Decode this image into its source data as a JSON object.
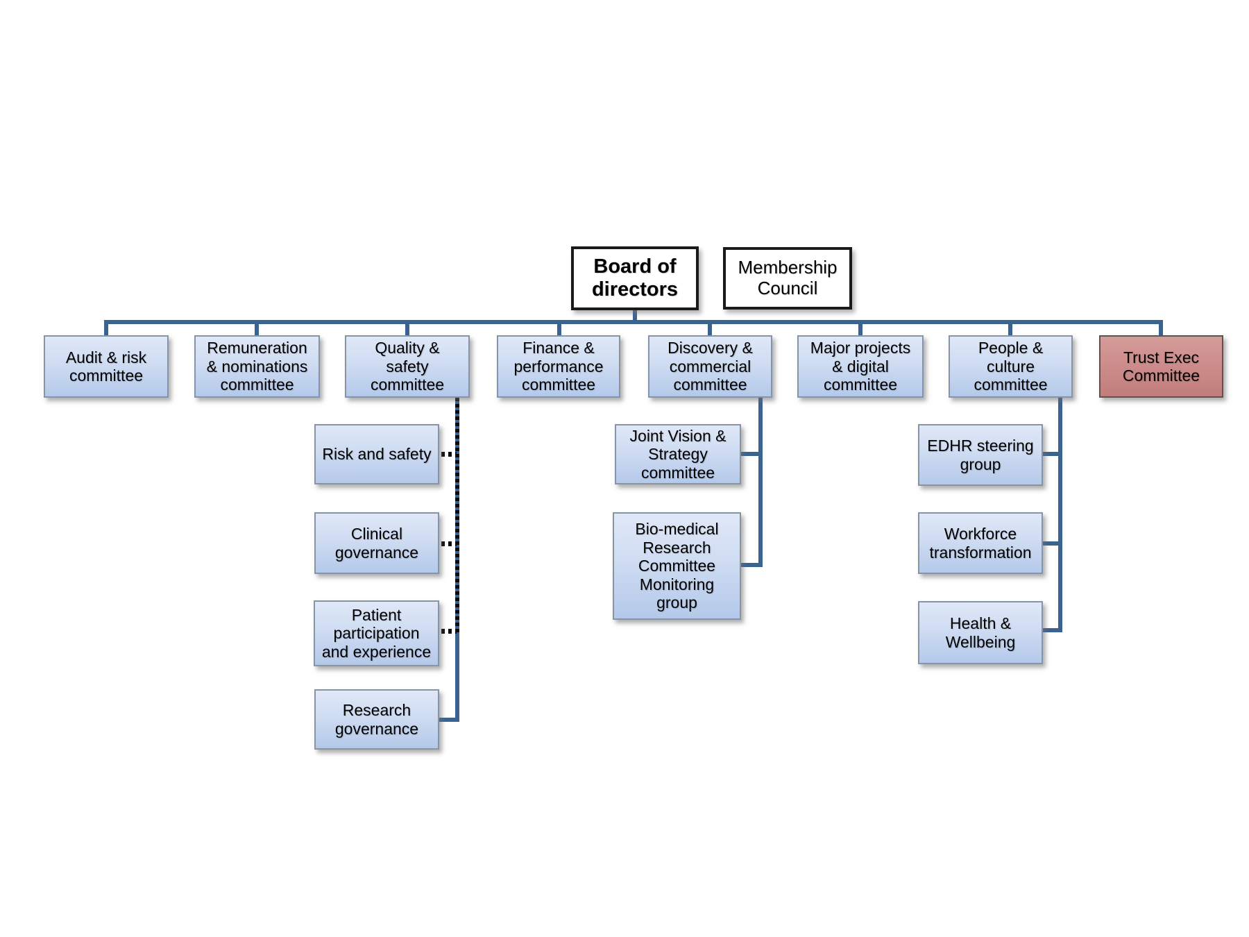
{
  "diagram": {
    "title_row": {
      "board": {
        "label": "Board of\ndirectors"
      },
      "membership_council": {
        "label": "Membership\nCouncil"
      }
    },
    "committees": [
      {
        "label": "Audit & risk\ncommittee",
        "style": "blue"
      },
      {
        "label": "Remuneration\n& nominations\ncommittee",
        "style": "blue"
      },
      {
        "label": "Quality &\nsafety\ncommittee",
        "style": "blue"
      },
      {
        "label": "Finance &\nperformance\ncommittee",
        "style": "blue"
      },
      {
        "label": "Discovery &\ncommercial\ncommittee",
        "style": "blue"
      },
      {
        "label": "Major projects\n& digital\ncommittee",
        "style": "blue"
      },
      {
        "label": "People &\nculture\ncommittee",
        "style": "blue"
      },
      {
        "label": "Trust Exec\nCommittee",
        "style": "red"
      }
    ],
    "quality_safety_subgroups": [
      {
        "label": "Risk and safety",
        "connector": "dotted"
      },
      {
        "label": "Clinical\ngovernance",
        "connector": "dotted"
      },
      {
        "label": "Patient\nparticipation\nand experience",
        "connector": "dotted"
      },
      {
        "label": "Research\ngovernance",
        "connector": "solid"
      }
    ],
    "discovery_commercial_subgroups": [
      {
        "label": "Joint Vision &\nStrategy\ncommittee",
        "connector": "solid"
      },
      {
        "label": "Bio-medical\nResearch\nCommittee\nMonitoring\ngroup",
        "connector": "solid"
      }
    ],
    "people_culture_subgroups": [
      {
        "label": "EDHR steering\ngroup",
        "connector": "solid"
      },
      {
        "label": "Workforce\ntransformation",
        "connector": "solid"
      },
      {
        "label": "Health &\nWellbeing",
        "connector": "solid"
      }
    ],
    "colors": {
      "connector_blue": "#3a6391",
      "dashed_overlay": "#0a0a0a",
      "box_blue_top": "#dfe8f7",
      "box_blue_bottom": "#b4c9ea",
      "box_red_top": "#d59c9a",
      "box_red_bottom": "#c27d7c",
      "title_box_border": "#1a1a1a"
    }
  }
}
